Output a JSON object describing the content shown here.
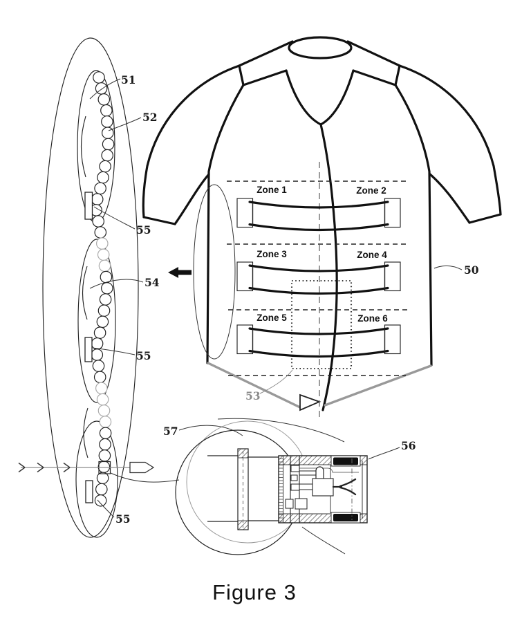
{
  "figure": {
    "caption": "Figure 3"
  },
  "vest": {
    "ref_label": "50",
    "zone_labels": [
      "Zone 1",
      "Zone 2",
      "Zone 3",
      "Zone 4",
      "Zone 5",
      "Zone 6"
    ],
    "sensor_window_ref": "53"
  },
  "inflator": {
    "refs": {
      "top_chamber": "51",
      "bead_chain": "52",
      "link_top": "55",
      "pod": "54",
      "link_mid": "55",
      "link_bottom": "55"
    }
  },
  "detail": {
    "view_ref": "57",
    "buckle_ref": "56"
  },
  "colors": {
    "ink": "#1a1a1a",
    "muted_gray": "#999999",
    "label_gray": "#8a8a8a",
    "fill_black": "#111111",
    "background": "#ffffff"
  }
}
